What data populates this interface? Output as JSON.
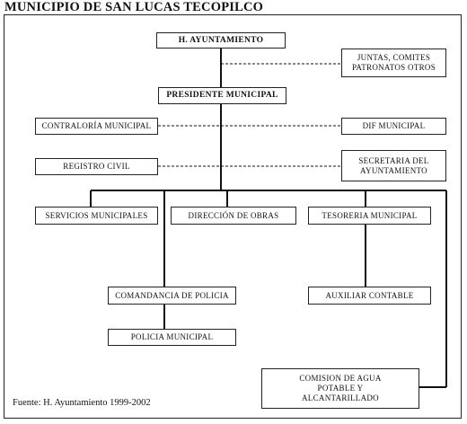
{
  "title": "MUNICIPIO DE SAN LUCAS TECOPILCO",
  "boxes": {
    "ayuntamiento": "H. AYUNTAMIENTO",
    "juntas": "JUNTAS, COMITES PATRONATOS OTROS",
    "presidente": "PRESIDENTE MUNICIPAL",
    "contraloria": "CONTRALORÍA MUNICIPAL",
    "dif": "DIF MUNICIPAL",
    "registro": "REGISTRO CIVIL",
    "secretaria": "SECRETARIA DEL AYUNTAMIENTO",
    "servicios": "SERVICIOS MUNICIPALES",
    "obras": "DIRECCIÓN DE OBRAS",
    "tesoreria": "TESORERIA MUNICIPAL",
    "comandancia": "COMANDANCIA DE POLICIA",
    "auxiliar": "AUXILIAR CONTABLE",
    "policia": "POLICIA MUNICIPAL",
    "comision": "COMISION DE AGUA POTABLE Y ALCANTARILLADO"
  },
  "source": "Fuente: H. Ayuntamiento 1999-2002"
}
